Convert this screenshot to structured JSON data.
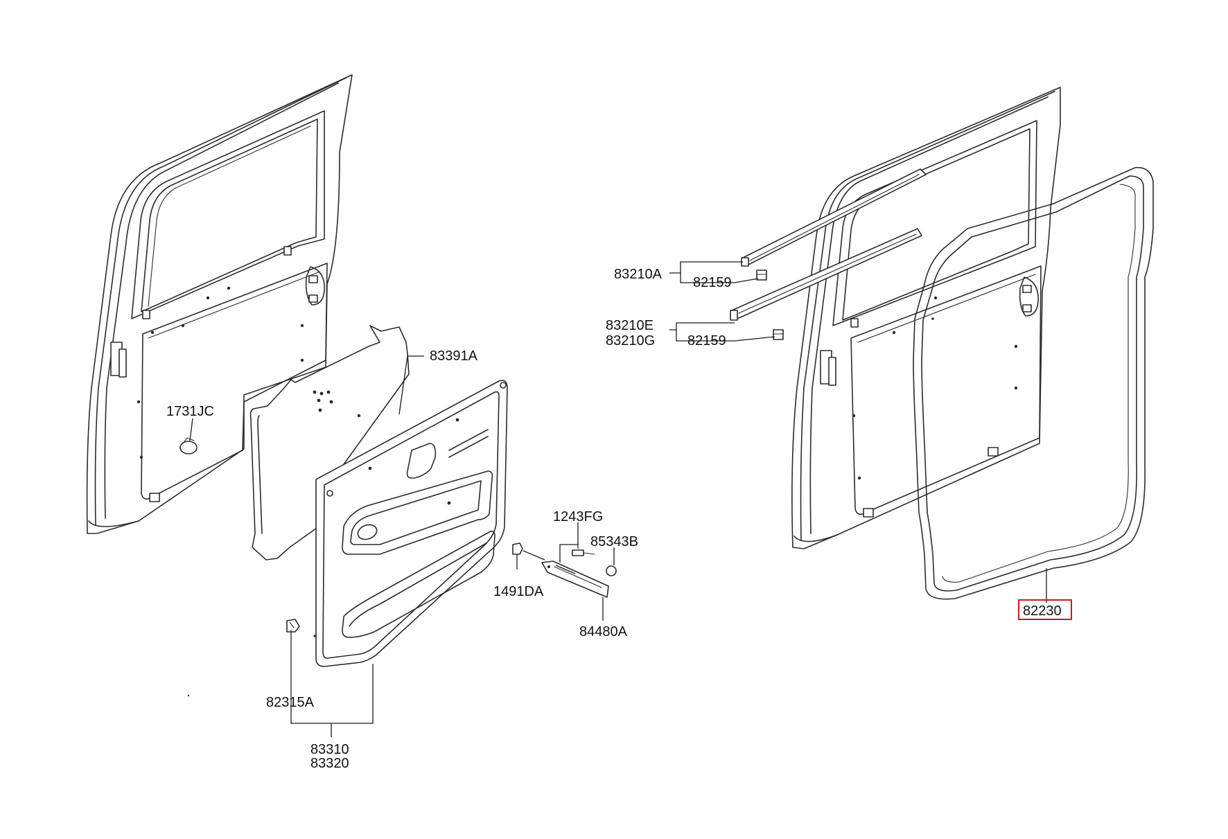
{
  "labels": {
    "l_83391A": "83391A",
    "l_1731JC": "1731JC",
    "l_1243FG": "1243FG",
    "l_85343B": "85343B",
    "l_1491DA": "1491DA",
    "l_84480A": "84480A",
    "l_82315A": "82315A",
    "l_83310": "83310",
    "l_83320": "83320",
    "l_83210A": "83210A",
    "l_82159_top": "82159",
    "l_83210E": "83210E",
    "l_83210G": "83210G",
    "l_82159_bottom": "82159",
    "l_82230": "82230"
  },
  "highlight": {
    "part": "82230",
    "color": "#d01818"
  }
}
